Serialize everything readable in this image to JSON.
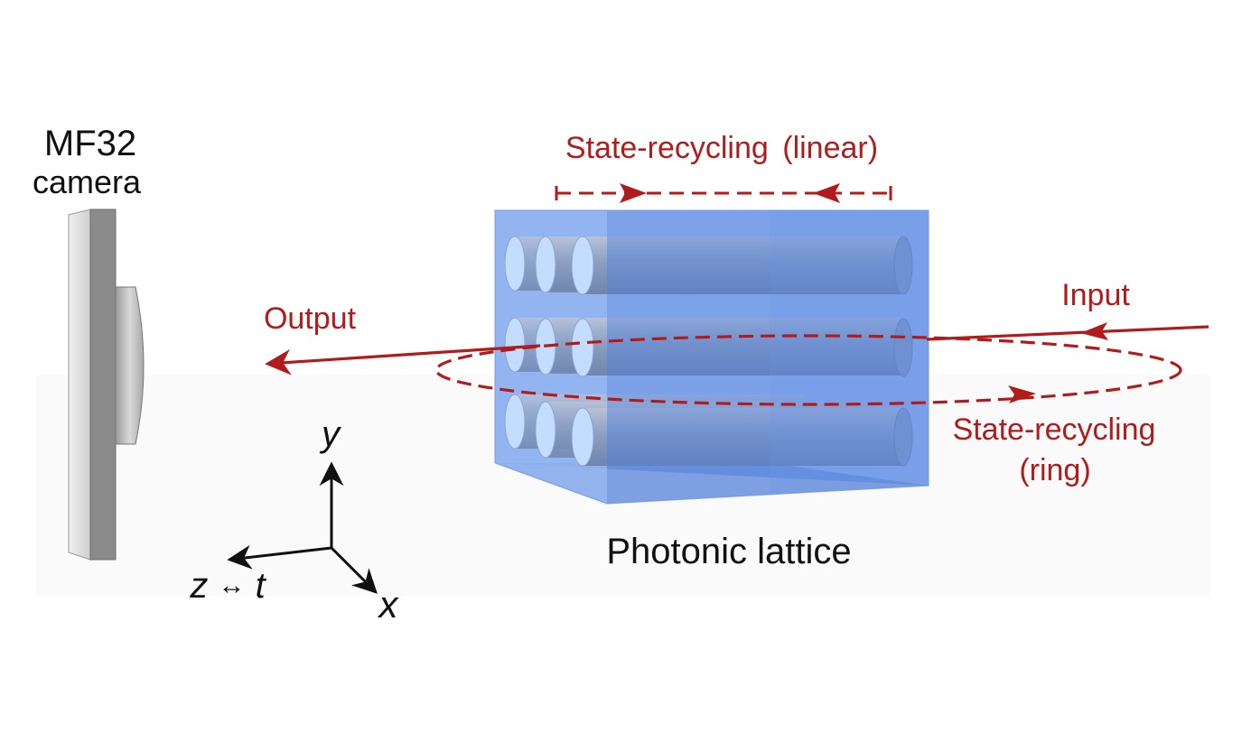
{
  "camera": {
    "line1": "MF32",
    "line2": "camera"
  },
  "lattice": {
    "label": "Photonic lattice"
  },
  "beams": {
    "input_label": "Input",
    "output_label": "Output",
    "linear_label": "State-recycling",
    "linear_label_paren": "(linear)",
    "ring_label_line1": "State-recycling",
    "ring_label_line2": "(ring)"
  },
  "axes": {
    "y_label": "y",
    "x_label": "x",
    "z_label": "z",
    "z_arrow": "↔",
    "t_label": "t"
  },
  "colors": {
    "beam": "#b01c1c",
    "cube": "#5b8ee6",
    "waveguide": "#8ea3c7",
    "camera": "#d8d8d8"
  }
}
